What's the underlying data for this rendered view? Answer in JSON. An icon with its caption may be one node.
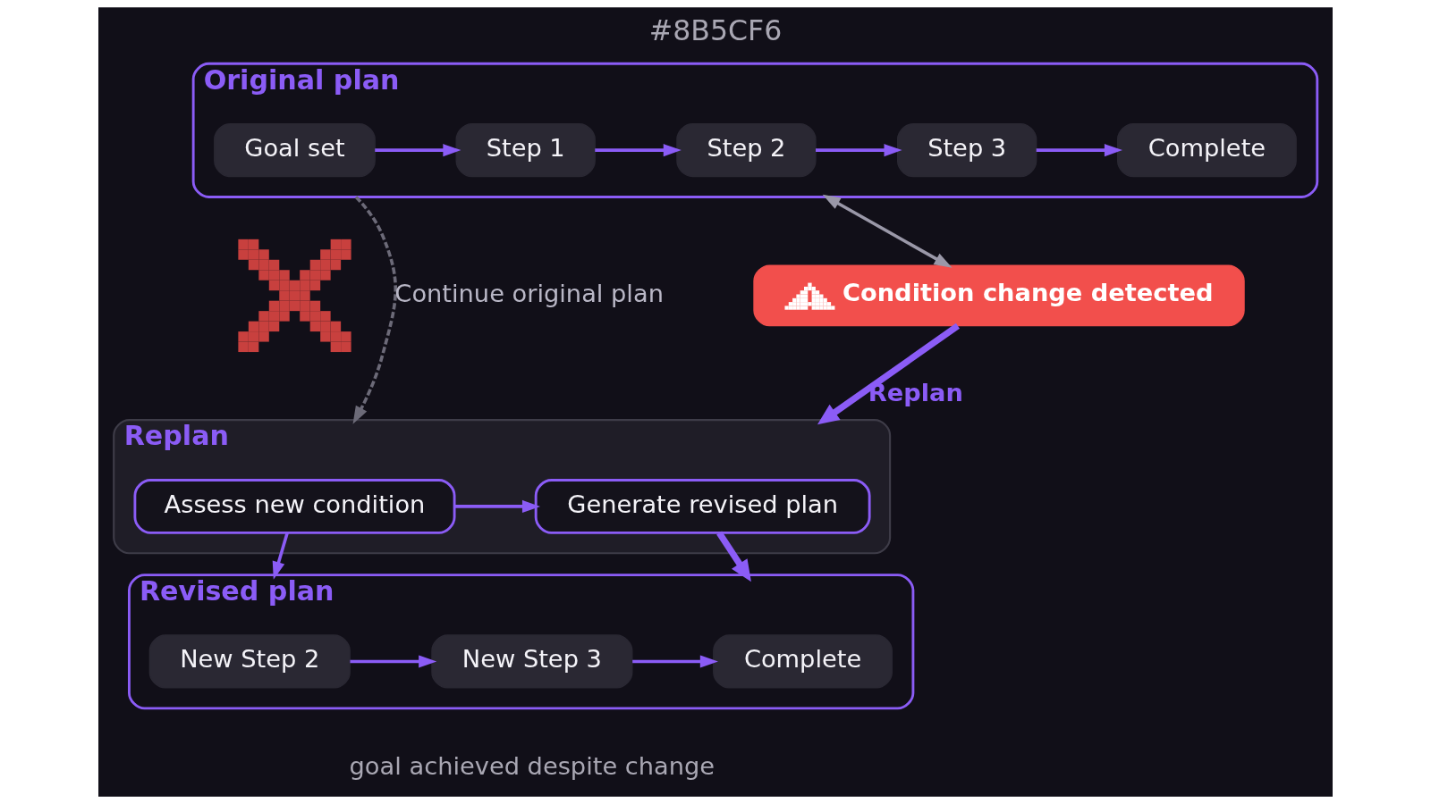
{
  "diagram": {
    "title": "#8B5CF6",
    "caption": "goal achieved despite change",
    "nodes": [
      {
        "text": [
          "Original plan"
        ]
      },
      {
        "text": [
          "Goal set"
        ],
        "in": 0
      },
      {
        "text": [
          "Step 1"
        ],
        "in": 0
      },
      {
        "text": [
          "Step 2"
        ],
        "in": 0
      },
      {
        "text": [
          "Step 3"
        ],
        "in": 0
      },
      {
        "text": [
          "Complete"
        ],
        "in": 0
      },
      {
        "text": [],
        "shape": "cross"
      },
      {
        "text": [
          "Condition change detected"
        ]
      },
      {
        "text": [
          "Replan"
        ]
      },
      {
        "text": [
          "Assess new condition"
        ],
        "in": 8
      },
      {
        "text": [
          "Generate revised plan"
        ],
        "in": 8
      },
      {
        "text": [
          "Revised plan"
        ]
      },
      {
        "text": [
          "New Step 2"
        ],
        "in": 11
      },
      {
        "text": [
          "New Step 3"
        ],
        "in": 11
      },
      {
        "text": [
          "Complete"
        ],
        "in": 11
      }
    ],
    "edges": [
      {
        "from": 1,
        "to": 2,
        "arrow": "to"
      },
      {
        "from": 2,
        "to": 3,
        "arrow": "to"
      },
      {
        "from": 3,
        "to": 4,
        "arrow": "to"
      },
      {
        "from": 4,
        "to": 5,
        "arrow": "to"
      },
      {
        "from": 0,
        "to": 7,
        "arrow": "both",
        "color": "#9a98a8"
      },
      {
        "from": 0,
        "to": 8,
        "arrow": "to",
        "style": "dashed",
        "color": "#6c6a78",
        "label": "Continue original plan"
      },
      {
        "from": 7,
        "to": 8,
        "arrow": "to",
        "style": "thick",
        "label": "Replan"
      },
      {
        "from": 9,
        "to": 10,
        "arrow": "to"
      },
      {
        "from": 9,
        "to": 11,
        "arrow": "to"
      },
      {
        "from": 10,
        "to": 11,
        "arrow": "to",
        "style": "thick"
      },
      {
        "from": 12,
        "to": 13,
        "arrow": "to"
      },
      {
        "from": 13,
        "to": 14,
        "arrow": "to"
      }
    ]
  }
}
